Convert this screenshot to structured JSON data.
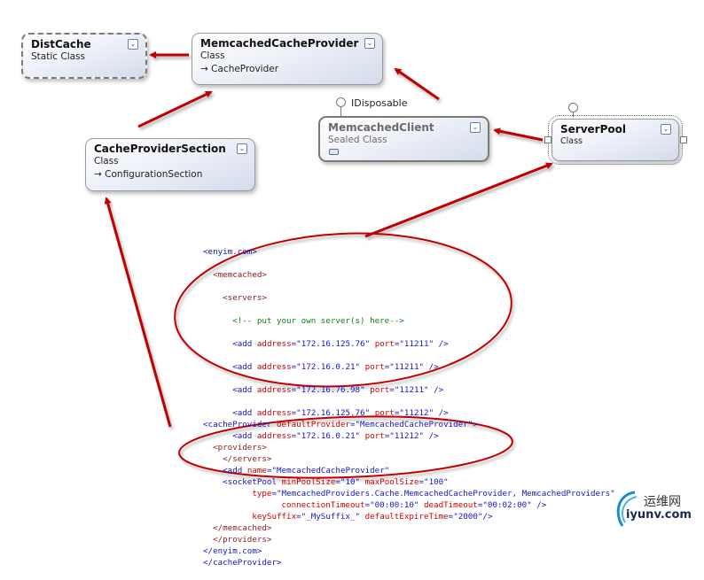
{
  "diagram": {
    "classes": [
      {
        "id": "distcache",
        "name": "DistCache",
        "kind": "Static Class",
        "base": null
      },
      {
        "id": "memcachedcacheprovider",
        "name": "MemcachedCacheProvider",
        "kind": "Class",
        "base": "CacheProvider"
      },
      {
        "id": "cacheprovidersection",
        "name": "CacheProviderSection",
        "kind": "Class",
        "base": "ConfigurationSection"
      },
      {
        "id": "memcachedclient",
        "name": "MemcachedClient",
        "kind": "Sealed Class",
        "base": null
      },
      {
        "id": "serverpool",
        "name": "ServerPool",
        "kind": "Class",
        "base": null
      }
    ],
    "interfaces": [
      {
        "name": "IDisposable",
        "attached_to": "MemcachedClient"
      }
    ],
    "base_arrow_glyph": "→",
    "expander_glyph": "⌄",
    "annotation_color": "#c00000"
  },
  "config": {
    "enyim": {
      "open": "<enyim.com>",
      "memcached_open": "<memcached>",
      "servers_open": "<servers>",
      "comment": "<!-- put your own server(s) here-->",
      "servers": [
        {
          "address": "172.16.125.76",
          "port": "11211"
        },
        {
          "address": "172.16.0.21",
          "port": "11211"
        },
        {
          "address": "172.16.76.98",
          "port": "11211"
        },
        {
          "address": "172.16.125.76",
          "port": "11212"
        },
        {
          "address": "172.16.0.21",
          "port": "11212"
        }
      ],
      "servers_close": "</servers>",
      "socketPool": {
        "minPoolSize": "10",
        "maxPoolSize": "100",
        "connectionTimeout": "00:00:10",
        "deadTimeout": "00:02:00"
      },
      "memcached_close": "</memcached>",
      "close": "</enyim.com>"
    },
    "cacheProvider": {
      "defaultProvider": "MemcachedCacheProvider",
      "providers_open": "<providers>",
      "add": {
        "name": "MemcachedCacheProvider",
        "type": "MemcachedProviders.Cache.MemcachedCacheProvider, MemcachedProviders",
        "keySuffix": "_MySuffix_",
        "defaultExpireTime": "2000"
      },
      "providers_close": "</providers>",
      "close": "</cacheProvider>"
    }
  },
  "watermark": {
    "cn": "运维网",
    "en": "iyunv.com"
  }
}
